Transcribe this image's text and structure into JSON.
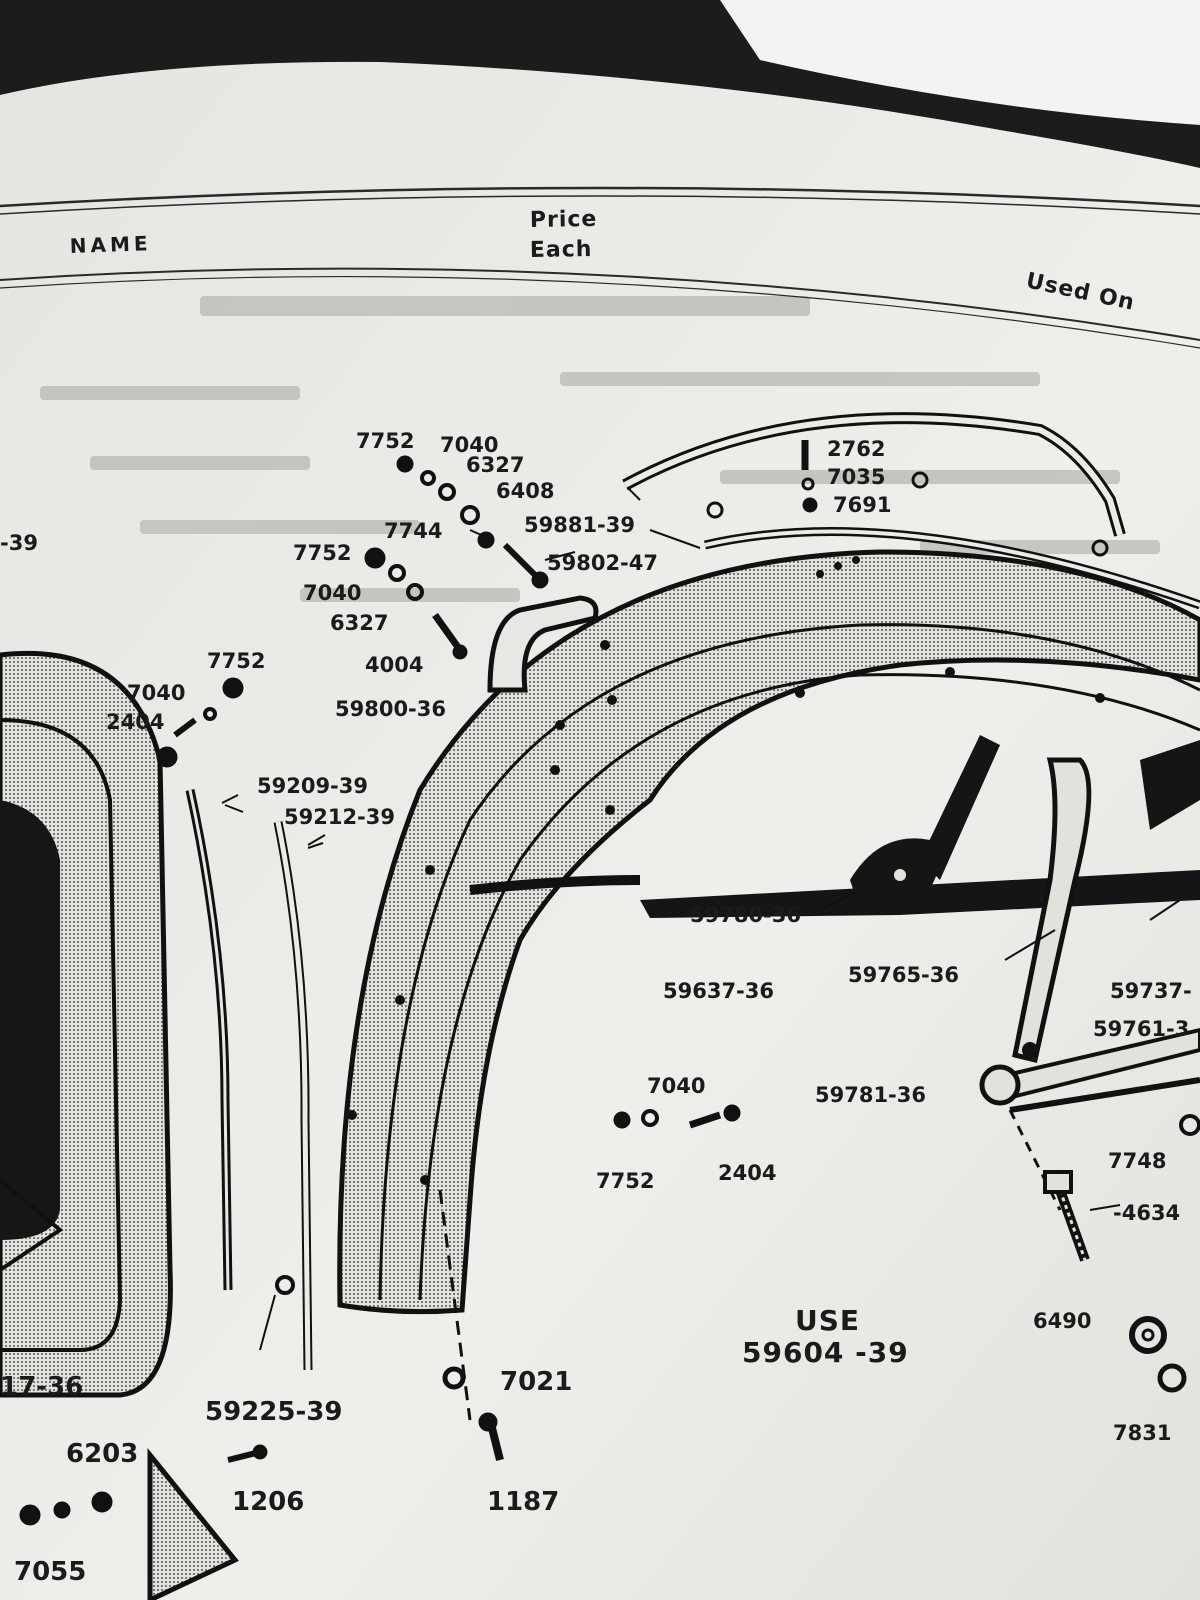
{
  "header": {
    "name": "NAME",
    "price_line1": "Price",
    "price_line2": "Each",
    "used_on": "Used On"
  },
  "labels": {
    "l7752a": "7752",
    "l7040a": "7040",
    "l6327a": "6327",
    "l6408": "6408",
    "l7744": "7744",
    "l59881": "59881-39",
    "l59802": "59802-47",
    "l2762": "2762",
    "l7035": "7035",
    "l7691": "7691",
    "l7752b": "7752",
    "l7040b": "7040",
    "l6327b": "6327",
    "l4004": "4004",
    "l59800": "59800-36",
    "l7752c": "7752",
    "l7040c": "7040",
    "l2404a": "2404",
    "l59209": "59209-39",
    "l59212": "59212-39",
    "l39left": "-39",
    "l59780": "59780-36",
    "l59765": "59765-36",
    "l59637": "59637-36",
    "l59737": "59737-",
    "l59761": "59761-3",
    "l7040d": "7040",
    "l59781": "59781-36",
    "l7752d": "7752",
    "l2404b": "2404",
    "l7748": "7748",
    "l4634": "-4634",
    "use1": "USE",
    "use2": "59604 -39",
    "l6490": "6490",
    "l7831": "7831",
    "l7021": "7021",
    "l1187": "1187",
    "l59225": "59225-39",
    "l17_36": "17-36",
    "l6203": "6203",
    "l1206": "1206",
    "l7055": "7055"
  }
}
